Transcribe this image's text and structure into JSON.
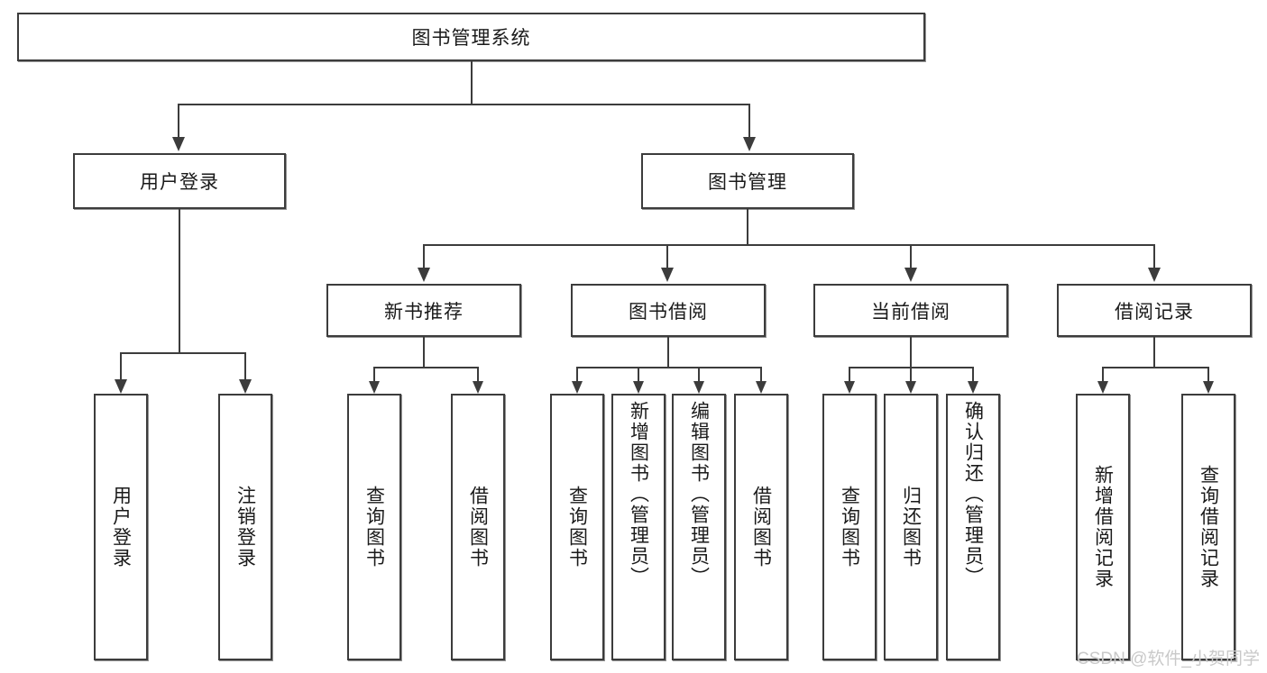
{
  "diagram": {
    "title": "图书管理系统",
    "type": "hierarchy-tree",
    "levels": 4,
    "root": {
      "id": "root",
      "label": "图书管理系统",
      "orientation": "horizontal"
    },
    "level2": [
      {
        "id": "user-login",
        "label": "用户登录",
        "orientation": "horizontal"
      },
      {
        "id": "book-management",
        "label": "图书管理",
        "orientation": "horizontal"
      }
    ],
    "level3": [
      {
        "id": "new-book-recommend",
        "label": "新书推荐",
        "orientation": "horizontal",
        "parent": "book-management"
      },
      {
        "id": "book-borrow",
        "label": "图书借阅",
        "orientation": "horizontal",
        "parent": "book-management"
      },
      {
        "id": "current-borrow",
        "label": "当前借阅",
        "orientation": "horizontal",
        "parent": "book-management"
      },
      {
        "id": "borrow-record",
        "label": "借阅记录",
        "orientation": "horizontal",
        "parent": "book-management"
      }
    ],
    "leaves": {
      "user_login": [
        {
          "id": "leaf-user-login",
          "label": "用户登录"
        },
        {
          "id": "leaf-user-logout",
          "label": "注销登录"
        }
      ],
      "new_book_recommend": [
        {
          "id": "leaf-query-book-1",
          "label": "查询图书"
        },
        {
          "id": "leaf-borrow-book-1",
          "label": "借阅图书"
        }
      ],
      "book_borrow": [
        {
          "id": "leaf-query-book-2",
          "label": "查询图书"
        },
        {
          "id": "leaf-add-book",
          "label": "新增图书（管理员）"
        },
        {
          "id": "leaf-edit-book",
          "label": "编辑图书（管理员）"
        },
        {
          "id": "leaf-borrow-book-2",
          "label": "借阅图书"
        }
      ],
      "current_borrow": [
        {
          "id": "leaf-query-book-3",
          "label": "查询图书"
        },
        {
          "id": "leaf-return-book",
          "label": "归还图书"
        },
        {
          "id": "leaf-confirm-return",
          "label": "确认归还（管理员）"
        }
      ],
      "borrow_record": [
        {
          "id": "leaf-add-record",
          "label": "新增借阅记录"
        },
        {
          "id": "leaf-query-record",
          "label": "查询借阅记录"
        }
      ]
    }
  },
  "watermark": {
    "text": "CSDN @软件_小贺同学"
  },
  "colors": {
    "border": "#3c3c3c",
    "text": "#1a1a1a",
    "background": "#ffffff",
    "watermark": "#c9c9c9"
  }
}
